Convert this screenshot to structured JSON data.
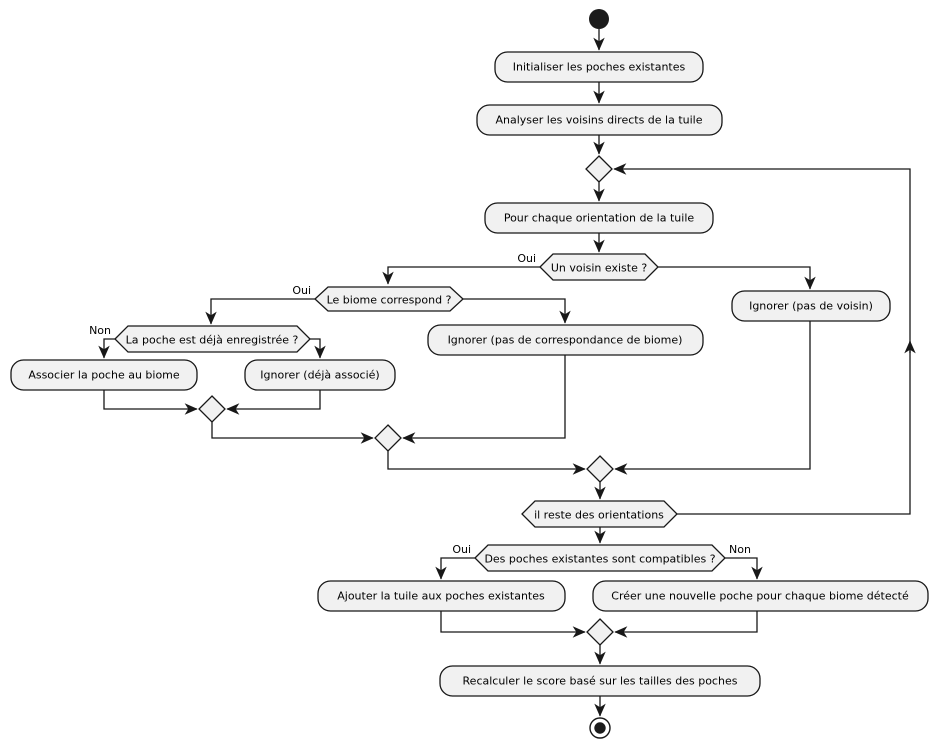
{
  "diagram_type": "activity-flowchart",
  "colors": {
    "background": "#ffffff",
    "node_fill": "#f1f1f1",
    "node_border": "#181818",
    "edge_line": "#181818",
    "text": "#000000"
  },
  "nodes": {
    "init": "Initialiser les poches existantes",
    "analyze": "Analyser les voisins directs de la tuile",
    "foreach": "Pour chaque orientation de la tuile",
    "q_voisin": "Un voisin existe ?",
    "q_biome": "Le biome correspond ?",
    "q_poche": "La poche est déjà enregistrée ?",
    "associer": "Associer la poche au biome",
    "ignorer_associe": "Ignorer (déjà associé)",
    "ignorer_biome": "Ignorer (pas de correspondance de biome)",
    "ignorer_voisin": "Ignorer (pas de voisin)",
    "q_orientations": "il reste des orientations",
    "q_compatibles": "Des poches existantes sont compatibles ?",
    "ajouter": "Ajouter la tuile aux poches existantes",
    "creer": "Créer une nouvelle poche pour chaque biome détecté",
    "recalc": "Recalculer le score basé sur les tailles des poches"
  },
  "edge_labels": {
    "voisin_oui": "Oui",
    "biome_oui": "Oui",
    "poche_non": "Non",
    "compatibles_oui": "Oui",
    "compatibles_non": "Non"
  }
}
